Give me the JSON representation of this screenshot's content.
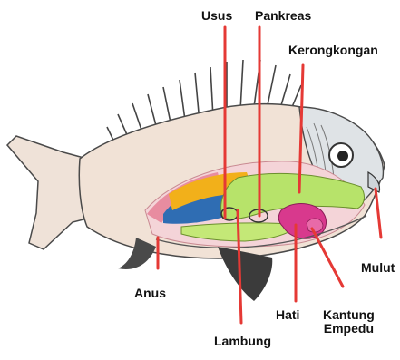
{
  "diagram": {
    "labels": {
      "usus": "Usus",
      "pankreas": "Pankreas",
      "kerongkongan": "Kerongkongan",
      "mulut": "Mulut",
      "anus": "Anus",
      "hati": "Hati",
      "lambung": "Lambung",
      "kantung_empedu_line1": "Kantung",
      "kantung_empedu_line2": "Empedu"
    },
    "colors": {
      "pointer": "#e53935",
      "body": "#f1e2d6",
      "digestive_green": "#b7e36a",
      "liver_magenta": "#d8398d",
      "intestine_orange": "#f2b01a",
      "kidney_blue": "#2f6db3",
      "pink_tissue": "#e88ca0"
    }
  }
}
